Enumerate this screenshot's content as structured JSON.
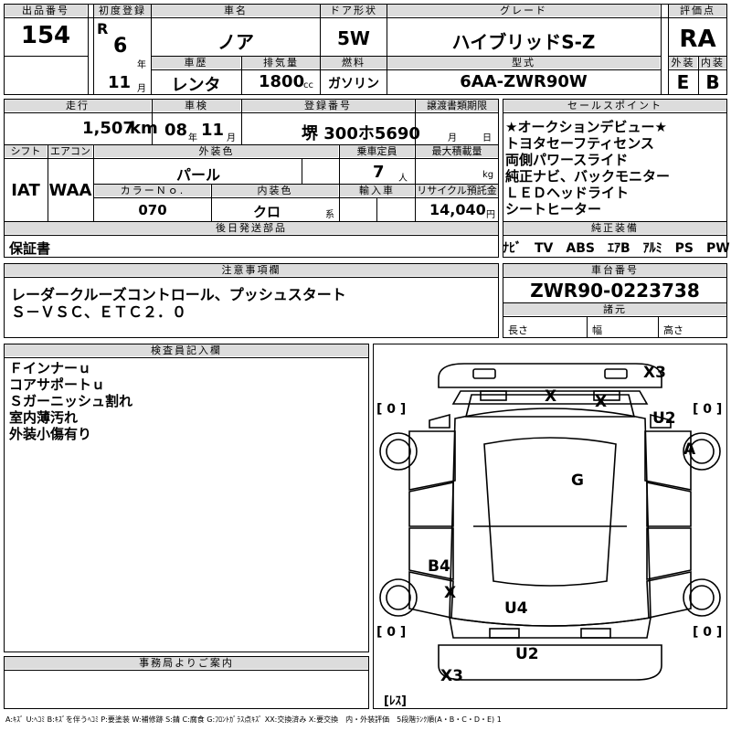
{
  "headers": {
    "lot_no": "出品番号",
    "first_reg": "初度登録",
    "car_name": "車名",
    "door_type": "ドア形状",
    "grade": "グレード",
    "score": "評価点",
    "history": "車歴",
    "displacement": "排気量",
    "fuel": "燃料",
    "model_code": "型式",
    "exterior": "外装",
    "interior": "内装",
    "mileage": "走行",
    "inspection": "車検",
    "reg_no": "登録番号",
    "transfer_deadline": "譲渡書類期限",
    "sales_points": "セールスポイント",
    "shift": "シフト",
    "aircon": "エアコン",
    "ext_color": "外装色",
    "capacity": "乗車定員",
    "max_load": "最大積載量",
    "color_no": "カラーＮｏ.",
    "int_color": "内装色",
    "import": "輸入車",
    "recycle": "リサイクル預託金",
    "later_parts": "後日発送部品",
    "genuine_equip": "純正装備",
    "notes": "注意事項欄",
    "chassis_no": "車台番号",
    "specs": "諸元",
    "inspector": "検査員記入欄",
    "office": "事務局よりご案内"
  },
  "lot_no": "154",
  "era": "R",
  "first_reg_year": "6",
  "year_unit": "年",
  "first_reg_month": "11",
  "month_unit": "月",
  "car_name": "ノア",
  "door_type": "5W",
  "grade": "ハイブリッドS-Z",
  "score": "RA",
  "history": "レンタ",
  "displacement": "1800",
  "displacement_unit": "cc",
  "fuel": "ガソリン",
  "model_code": "6AA-ZWR90W",
  "exterior_grade": "E",
  "interior_grade": "B",
  "mileage": "1,507",
  "mileage_unit": "km",
  "inspection_year": "08",
  "inspection_month": "11",
  "reg_no": "堺 300ホ5690",
  "deadline_month_unit": "月",
  "deadline_day_unit": "日",
  "sales_points": [
    "★オークションデビュー★",
    "トヨタセーフティセンス",
    "両側パワースライド",
    "純正ナビ、バックモニター",
    "ＬＥＤヘッドライト",
    "シートヒーター"
  ],
  "shift": "IAT",
  "aircon": "WAA",
  "ext_color": "パール",
  "capacity": "7",
  "capacity_unit": "人",
  "max_load_unit": "kg",
  "color_no": "070",
  "int_color": "クロ",
  "int_color_unit": "系",
  "recycle": "14,040",
  "recycle_unit": "円",
  "later_parts": "保証書",
  "genuine_equip": "ﾅﾋﾞ　TV　ABS　ｴｱB　ｱﾙﾐ　PS　PW",
  "notes": [
    "レーダークルーズコントロール、プッシュスタート",
    "Ｓ－ＶＳＣ、ＥＴＣ２．０"
  ],
  "chassis_no": "ZWR90-0223738",
  "spec_length": "長さ",
  "spec_width": "幅",
  "spec_height": "高さ",
  "inspector_notes": [
    "Ｆインナーｕ",
    "コアサポートｕ",
    "Ｓガーニッシュ割れ",
    "室内薄汚れ",
    "外装小傷有り"
  ],
  "damage_marks": {
    "front_x3": "X3",
    "windshield_x1": "X",
    "windshield_x2": "X",
    "front_right_u2": "U2",
    "front_right_wheel": "A",
    "roof_g": "G",
    "rear_left_b4": "B4",
    "rear_left_x": "X",
    "rear_u4": "U4",
    "rear_u2": "U2",
    "rear_x3": "X3",
    "tire_fl": "[ 0 ]",
    "tire_fr": "[ 0 ]",
    "tire_rl": "[ 0 ]",
    "tire_rr": "[ 0 ]",
    "spare": "[ﾚｽ]"
  },
  "legend": "A:ｷｽﾞ U:ﾍｺﾐ B:ｷｽﾞを伴うﾍｺﾐ P:要塗装 W:補修跡 S:錆 C:腐食 G:ﾌﾛﾝﾄｶﾞﾗｽ点ｷｽﾞ XX:交換済み X:要交換　内・外装評価　5段階ﾗﾝｸ順(A・B・C・D・E) 1"
}
